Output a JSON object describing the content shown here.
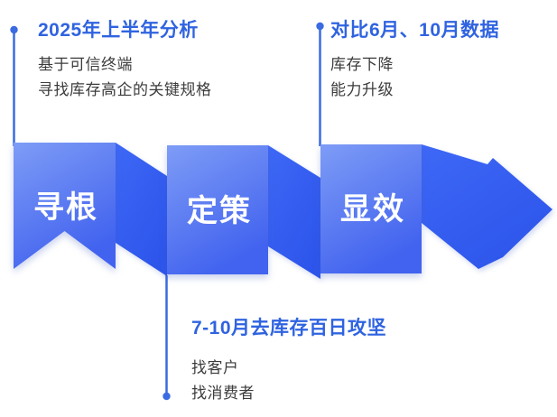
{
  "colors": {
    "accent_blue": "#2F63E0",
    "panel_gradient_top": "#7E9CF6",
    "panel_gradient_bottom": "#4263EF",
    "band_gradient_top": "#3E68F6",
    "band_gradient_bottom": "#2D55EB",
    "connector_blue": "#3A6BE2",
    "body_text": "#3C3C3C",
    "stage_label_text": "#FFFFFF",
    "background": "#FFFFFF"
  },
  "callouts": {
    "top_left": {
      "title": "2025年上半年分析",
      "lines": [
        "基于可信终端",
        "寻找库存高企的关键规格"
      ]
    },
    "top_right": {
      "title": "对比6月、10月数据",
      "lines": [
        "库存下降",
        "能力升级"
      ]
    },
    "bottom": {
      "title": "7-10月去库存百日攻坚",
      "lines": [
        "找客户",
        "找消费者"
      ]
    }
  },
  "stages": [
    {
      "label": "寻根"
    },
    {
      "label": "定策"
    },
    {
      "label": "显效"
    }
  ]
}
